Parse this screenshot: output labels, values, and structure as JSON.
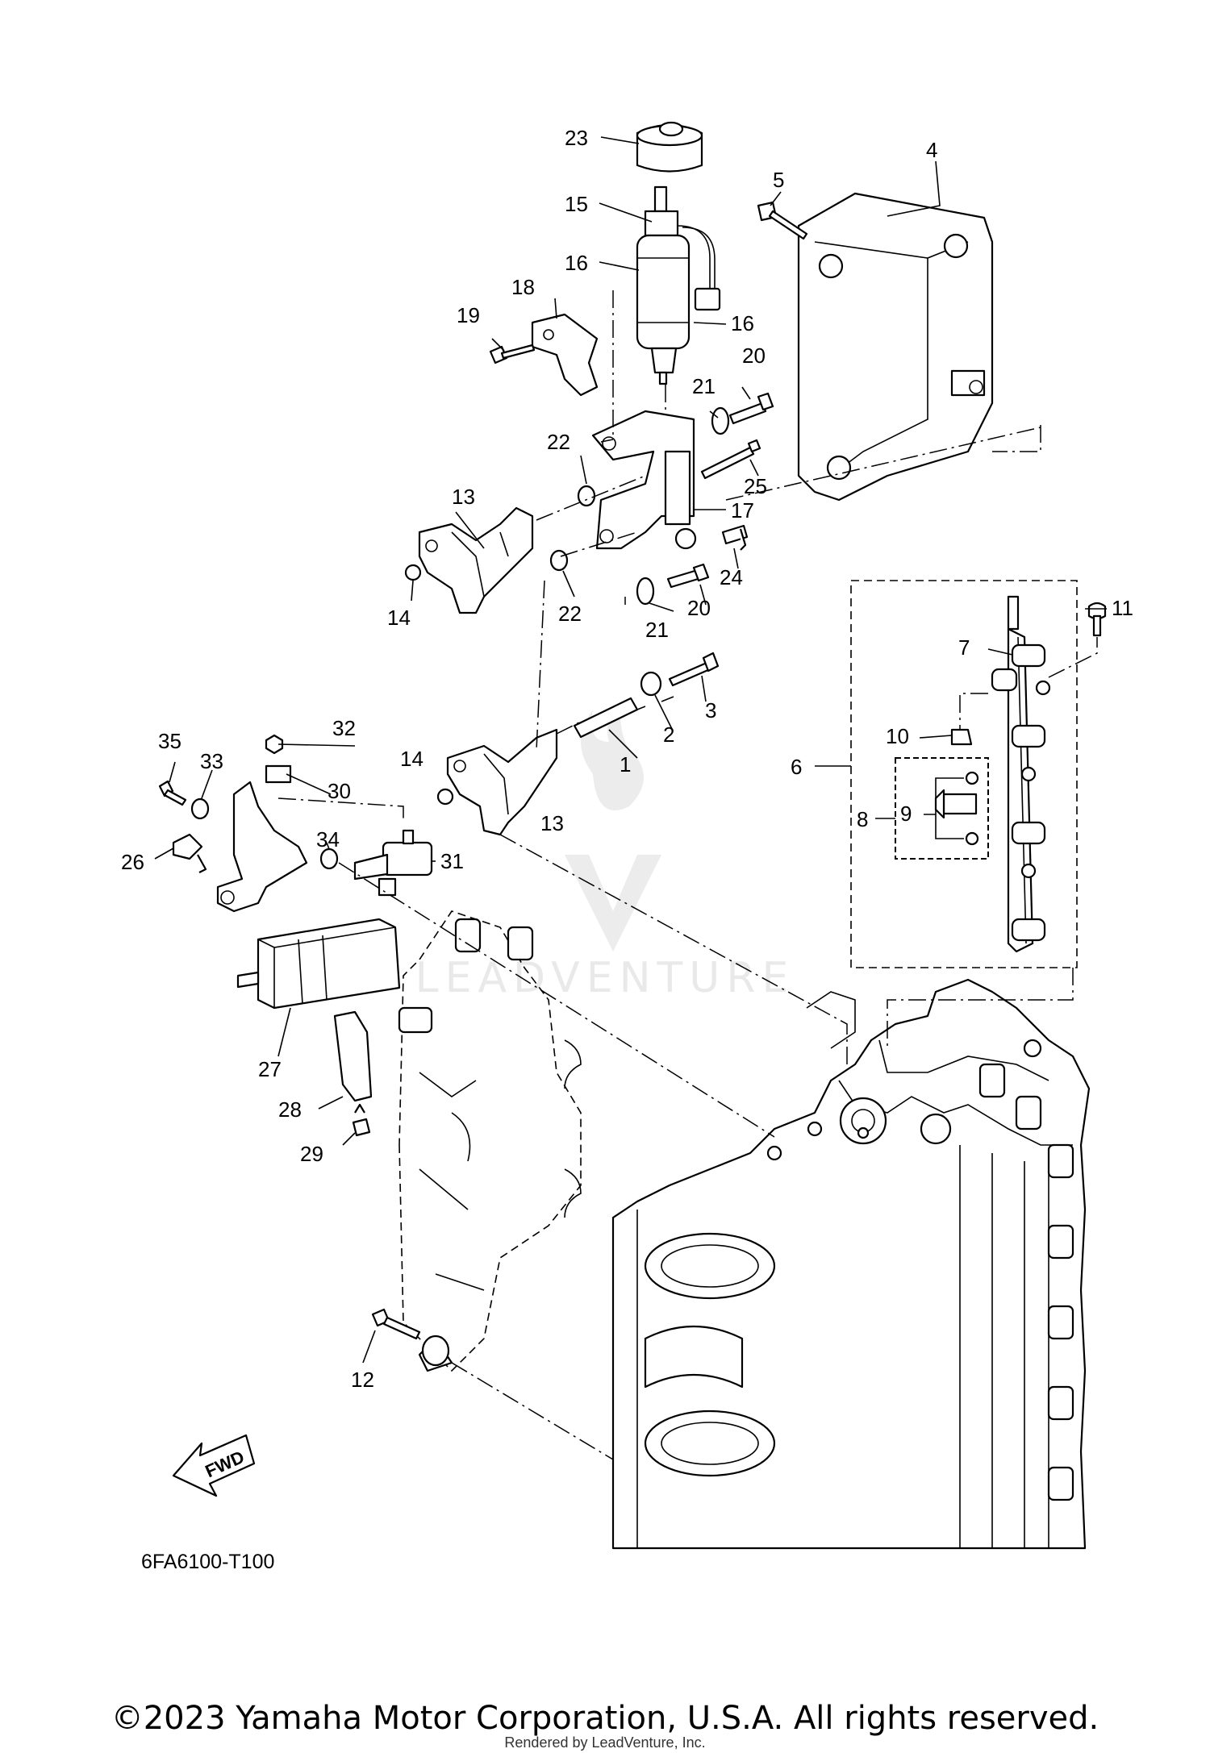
{
  "diagram": {
    "callouts": [
      "1",
      "2",
      "3",
      "4",
      "5",
      "6",
      "7",
      "8",
      "9",
      "10",
      "11",
      "12",
      "13",
      "13",
      "14",
      "14",
      "15",
      "16",
      "16",
      "17",
      "18",
      "19",
      "20",
      "20",
      "21",
      "21",
      "22",
      "22",
      "23",
      "24",
      "25",
      "26",
      "27",
      "28",
      "29",
      "30",
      "31",
      "32",
      "33",
      "34",
      "35"
    ],
    "drawing_code": "6FA6100-T100",
    "fwd_label": "FWD",
    "watermark": "LEADVENTURE"
  },
  "footer": {
    "copyright": "©2023 Yamaha Motor Corporation, U.S.A. All rights reserved.",
    "rendered_by": "Rendered by LeadVenture, Inc."
  },
  "colors": {
    "ink": "#000000",
    "background": "#ffffff",
    "watermark": "#e9e9e9"
  }
}
